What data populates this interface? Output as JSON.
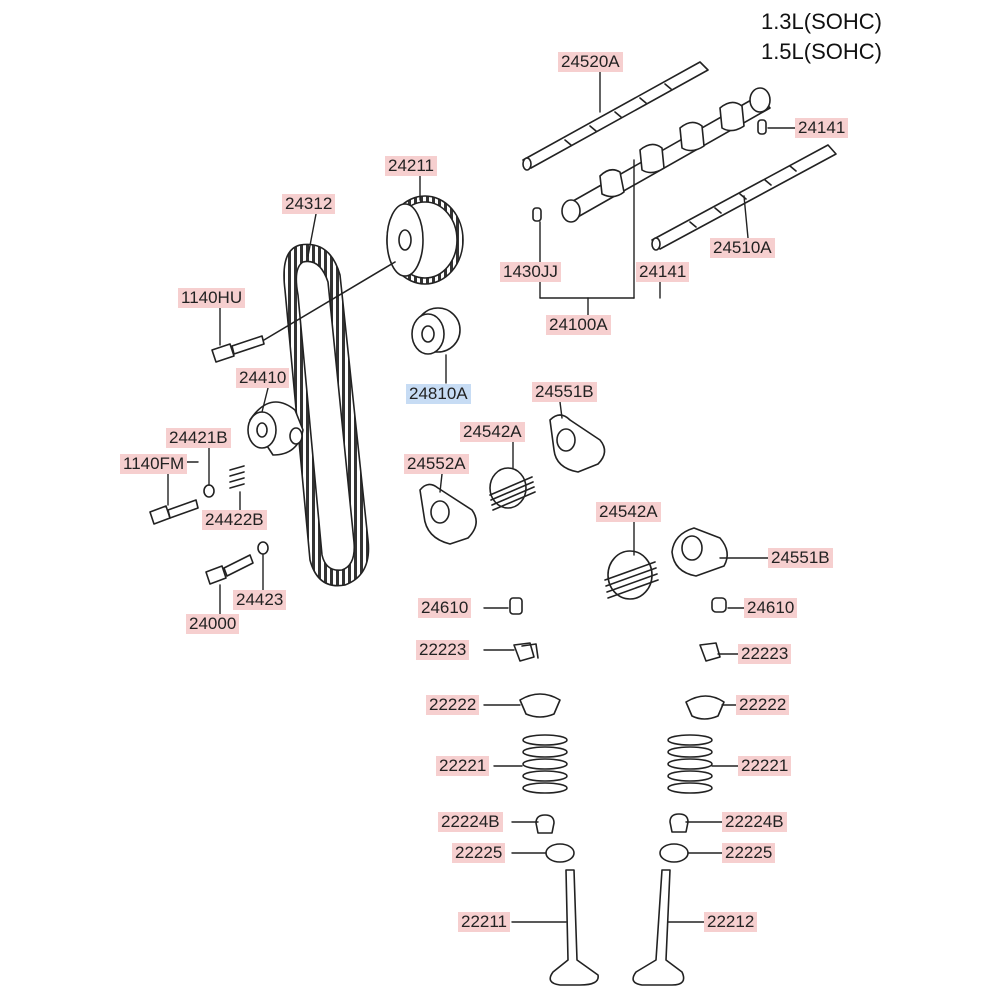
{
  "header": {
    "line1": "1.3L(SOHC)",
    "line2": "1.5L(SOHC)"
  },
  "parts": [
    {
      "id": "p24520A",
      "code": "24520A"
    },
    {
      "id": "p24141a",
      "code": "24141"
    },
    {
      "id": "p24211",
      "code": "24211"
    },
    {
      "id": "p24312",
      "code": "24312"
    },
    {
      "id": "p24510A",
      "code": "24510A"
    },
    {
      "id": "p1430JJ",
      "code": "1430JJ"
    },
    {
      "id": "p24141b",
      "code": "24141"
    },
    {
      "id": "p1140HU",
      "code": "1140HU"
    },
    {
      "id": "p24100A",
      "code": "24100A"
    },
    {
      "id": "p24410",
      "code": "24410"
    },
    {
      "id": "p24810A",
      "code": "24810A",
      "selected": true
    },
    {
      "id": "p24551Ba",
      "code": "24551B"
    },
    {
      "id": "p24421B",
      "code": "24421B"
    },
    {
      "id": "p24542Aa",
      "code": "24542A"
    },
    {
      "id": "p1140FM",
      "code": "1140FM"
    },
    {
      "id": "p24552A",
      "code": "24552A"
    },
    {
      "id": "p24422B",
      "code": "24422B"
    },
    {
      "id": "p24542Ab",
      "code": "24542A"
    },
    {
      "id": "p24551Bb",
      "code": "24551B"
    },
    {
      "id": "p24423",
      "code": "24423"
    },
    {
      "id": "p24000",
      "code": "24000"
    },
    {
      "id": "p24610a",
      "code": "24610"
    },
    {
      "id": "p24610b",
      "code": "24610"
    },
    {
      "id": "p22223a",
      "code": "22223"
    },
    {
      "id": "p22223b",
      "code": "22223"
    },
    {
      "id": "p22222a",
      "code": "22222"
    },
    {
      "id": "p22222b",
      "code": "22222"
    },
    {
      "id": "p22221a",
      "code": "22221"
    },
    {
      "id": "p22221b",
      "code": "22221"
    },
    {
      "id": "p22224Ba",
      "code": "22224B"
    },
    {
      "id": "p22224Bb",
      "code": "22224B"
    },
    {
      "id": "p22225a",
      "code": "22225"
    },
    {
      "id": "p22225b",
      "code": "22225"
    },
    {
      "id": "p22211",
      "code": "22211"
    },
    {
      "id": "p22212",
      "code": "22212"
    }
  ],
  "colors": {
    "label_bg": "#f6cfcf",
    "label_selected_bg": "#c7dcf4",
    "line": "#222222"
  }
}
